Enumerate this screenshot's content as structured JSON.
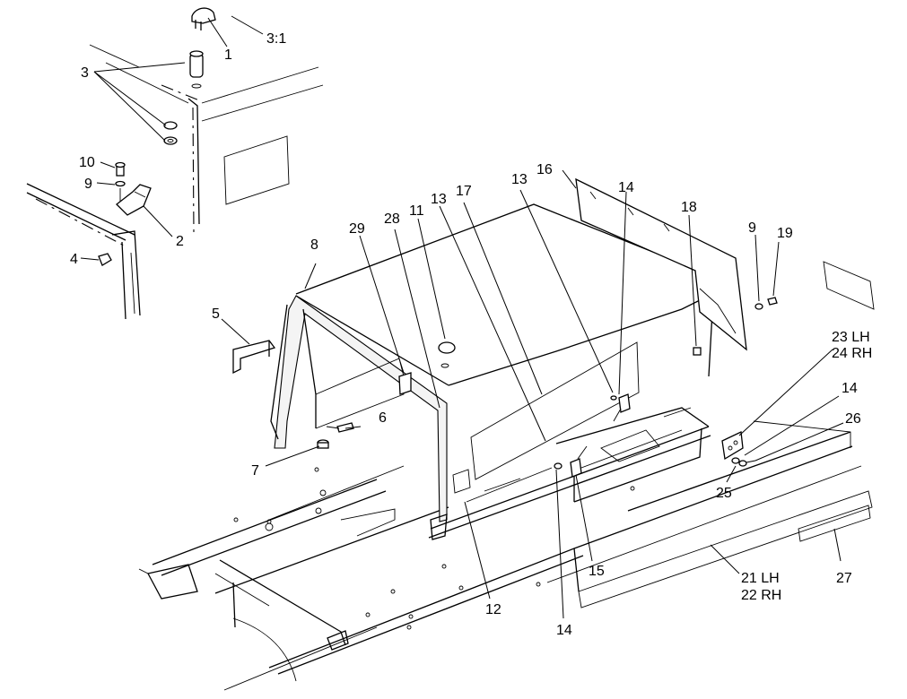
{
  "callouts": {
    "c1": "1",
    "c3_1": "3:1",
    "c3": "3",
    "c10": "10",
    "c9a": "9",
    "c2": "2",
    "c4": "4",
    "c8": "8",
    "c29": "29",
    "c5": "5",
    "c28": "28",
    "c11": "11",
    "c13a": "13",
    "c17": "17",
    "c13b": "13",
    "c16": "16",
    "c14a": "14",
    "c18": "18",
    "c9b": "9",
    "c19": "19",
    "c6": "6",
    "c7": "7",
    "c23": "23 LH",
    "c24": "24 RH",
    "c14b": "14",
    "c26": "26",
    "c25": "25",
    "c15": "15",
    "c12": "12",
    "c14c": "14",
    "c21": "21 LH",
    "c22": "22 RH",
    "c27": "27"
  }
}
